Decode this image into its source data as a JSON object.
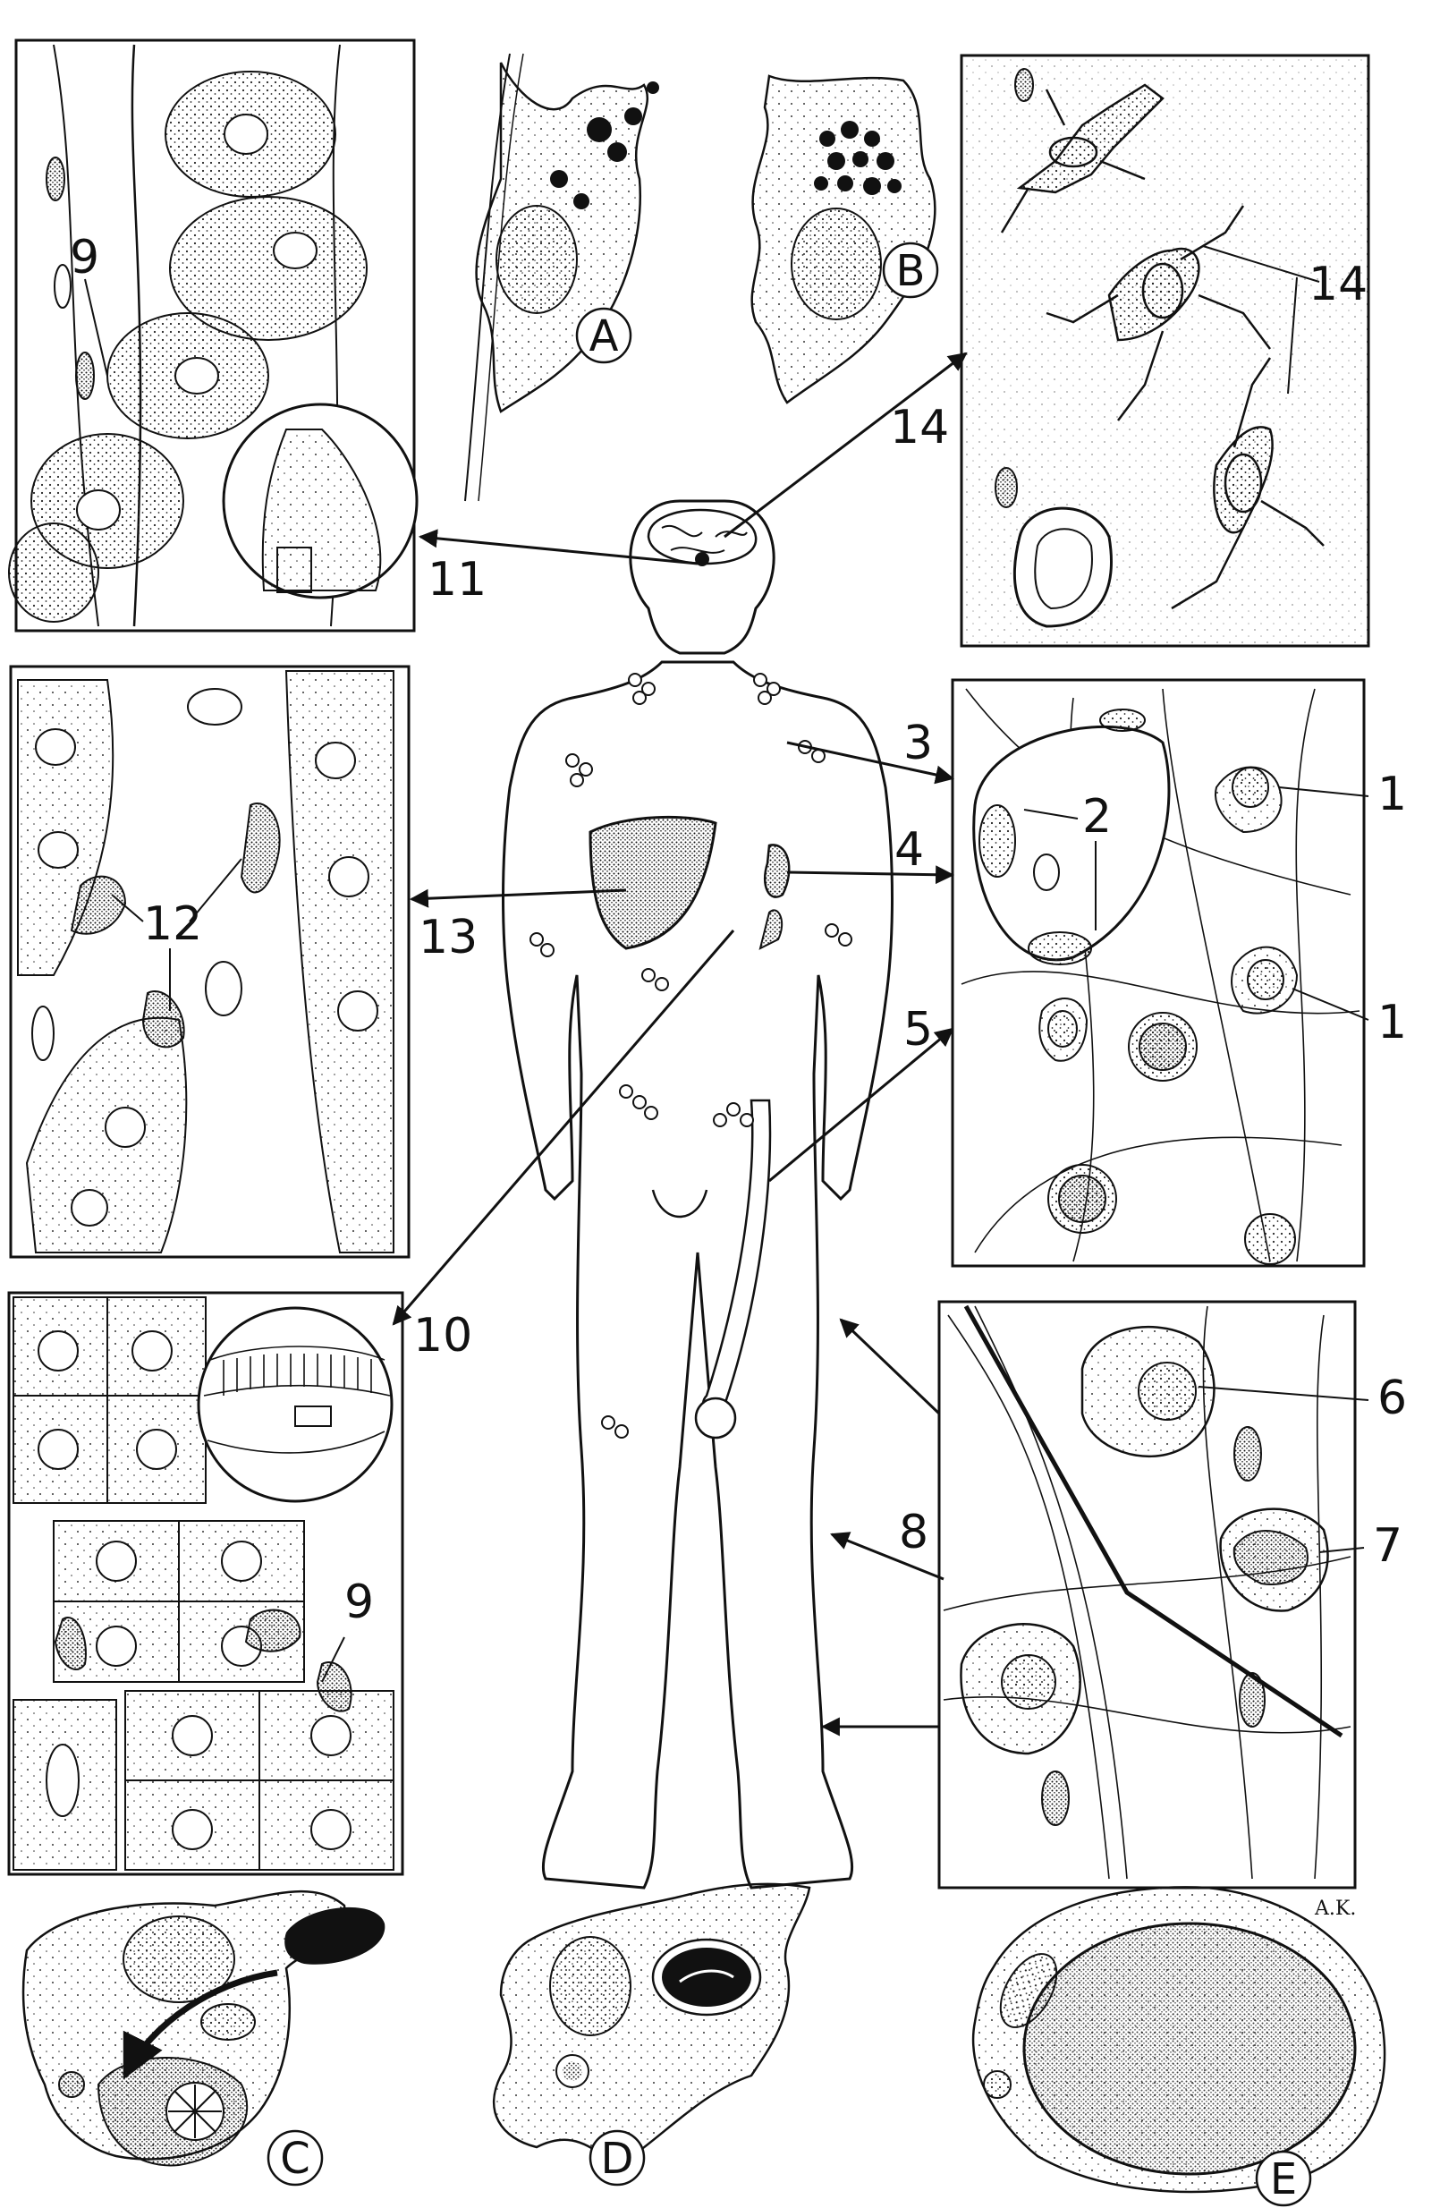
{
  "labels": {
    "n1a": "1",
    "n1b": "1",
    "n2": "2",
    "n3": "3",
    "n4": "4",
    "n5": "5",
    "n6": "6",
    "n7": "7",
    "n8": "8",
    "n9a": "9",
    "n9b": "9",
    "n10": "10",
    "n11": "11",
    "n12": "12",
    "n13": "13",
    "n14a": "14",
    "n14b": "14"
  },
  "letters": {
    "A": "A",
    "B": "B",
    "C": "C",
    "D": "D",
    "E": "E"
  },
  "signature": "A.K."
}
